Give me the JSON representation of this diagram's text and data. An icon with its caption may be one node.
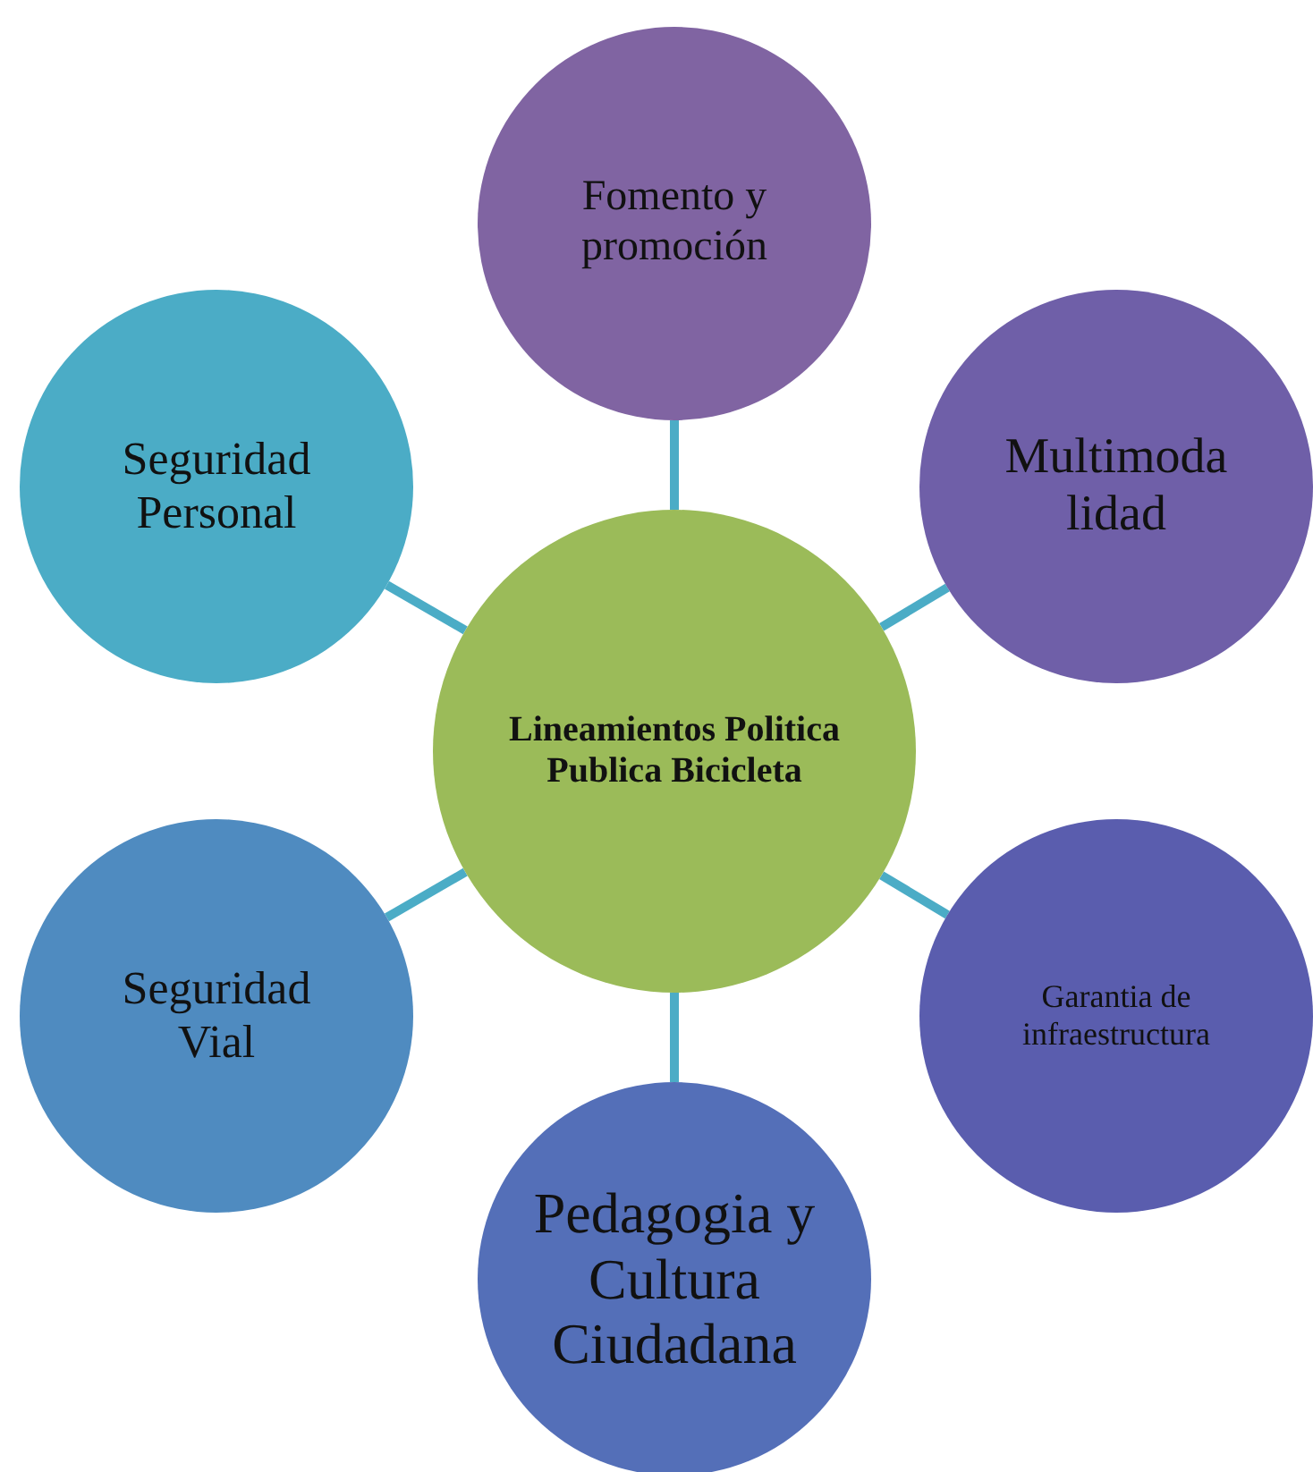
{
  "diagram": {
    "nodes": [
      {
        "text": [
          "Lineamientos Politica Publica Bicicleta"
        ]
      },
      {
        "text": [
          "Fomento y promoción"
        ]
      },
      {
        "text": [
          "Multimoda lidad"
        ]
      },
      {
        "text": [
          "Garantia de infraestructura"
        ]
      },
      {
        "text": [
          "Pedagogia y Cultura Ciudadana"
        ]
      },
      {
        "text": [
          "Seguridad Vial"
        ]
      },
      {
        "text": [
          "Seguridad Personal"
        ]
      }
    ],
    "edges": [
      {
        "from": 0,
        "to": 1,
        "arrow": "none"
      },
      {
        "from": 0,
        "to": 2,
        "arrow": "none"
      },
      {
        "from": 0,
        "to": 3,
        "arrow": "none"
      },
      {
        "from": 0,
        "to": 4,
        "arrow": "none"
      },
      {
        "from": 0,
        "to": 5,
        "arrow": "none"
      },
      {
        "from": 0,
        "to": 6,
        "arrow": "none"
      }
    ]
  }
}
